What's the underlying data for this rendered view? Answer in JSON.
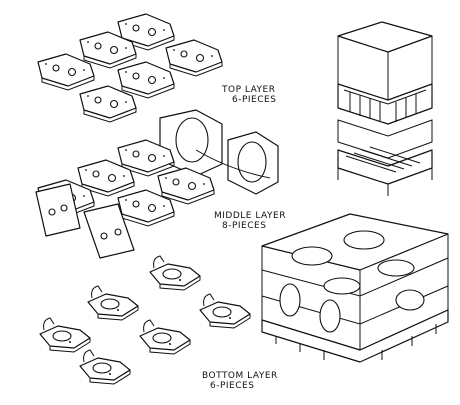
{
  "labels": {
    "top_layer": "TOP LAYER",
    "top_pieces": "6-PIECES",
    "middle_layer": "MIDDLE LAYER",
    "middle_pieces": "8-PIECES",
    "bottom_layer": "BOTTOM LAYER",
    "bottom_pieces": "6-PIECES"
  },
  "icons": [
    "pallet-crate-icon",
    "packed-pallet-icon"
  ],
  "colors": {
    "ink": "#111111",
    "paper": "#ffffff"
  }
}
